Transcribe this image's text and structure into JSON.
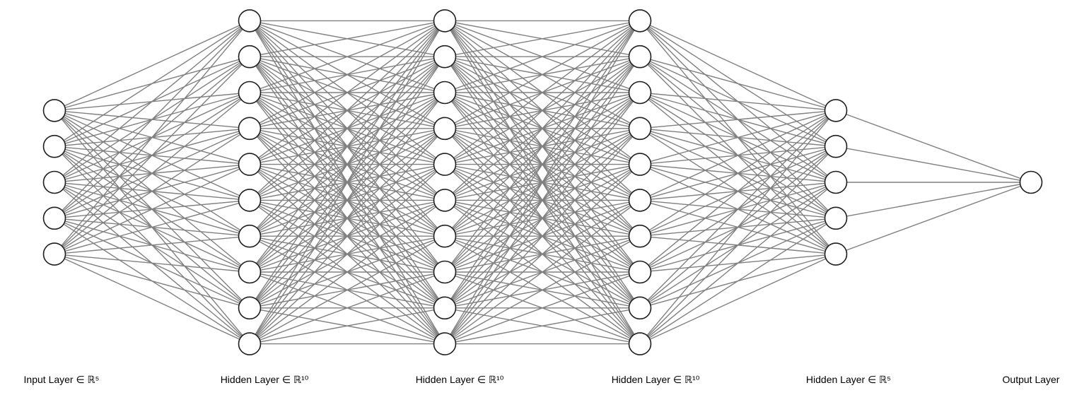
{
  "diagram": {
    "type": "fully-connected-neural-network",
    "connectivity": "fully-connected between adjacent layers",
    "colors": {
      "edge": "#808080",
      "neuron_stroke": "#1e1e1e",
      "neuron_fill": "#ffffff",
      "background": "#ffffff"
    },
    "layers": [
      {
        "label": "Input Layer ∈ ℝ⁵",
        "neurons": 5
      },
      {
        "label": "Hidden Layer ∈ ℝ¹⁰",
        "neurons": 10
      },
      {
        "label": "Hidden Layer ∈ ℝ¹⁰",
        "neurons": 10
      },
      {
        "label": "Hidden Layer ∈ ℝ¹⁰",
        "neurons": 10
      },
      {
        "label": "Hidden Layer ∈ ℝ⁵",
        "neurons": 5
      },
      {
        "label": "Output Layer",
        "neurons": 1
      }
    ]
  }
}
